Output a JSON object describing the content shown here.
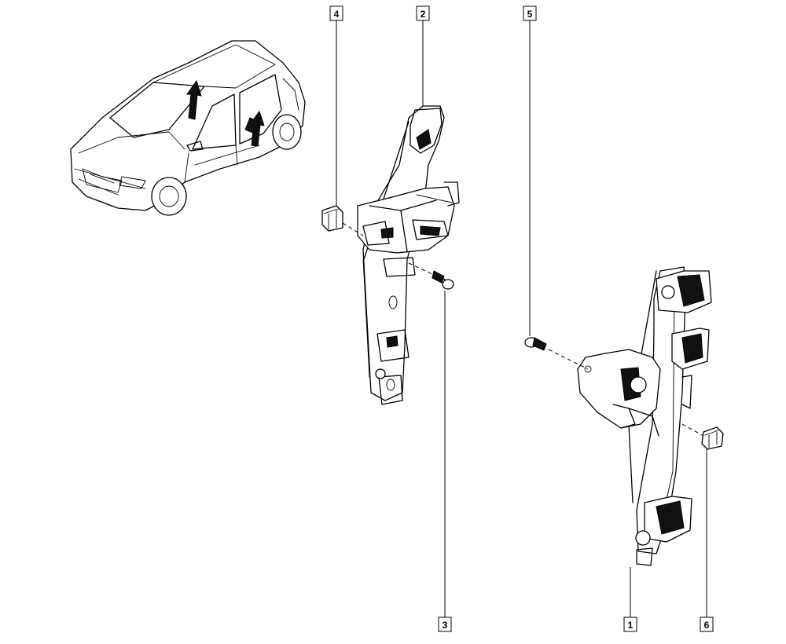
{
  "callouts": [
    {
      "id": "1",
      "label": "1"
    },
    {
      "id": "2",
      "label": "2"
    },
    {
      "id": "3",
      "label": "3"
    },
    {
      "id": "4",
      "label": "4"
    },
    {
      "id": "5",
      "label": "5"
    },
    {
      "id": "6",
      "label": "6"
    }
  ],
  "icons": {
    "vehicle": "car-locator-icon",
    "front_regulator": "front-window-regulator-icon",
    "rear_regulator": "rear-window-regulator-icon"
  }
}
